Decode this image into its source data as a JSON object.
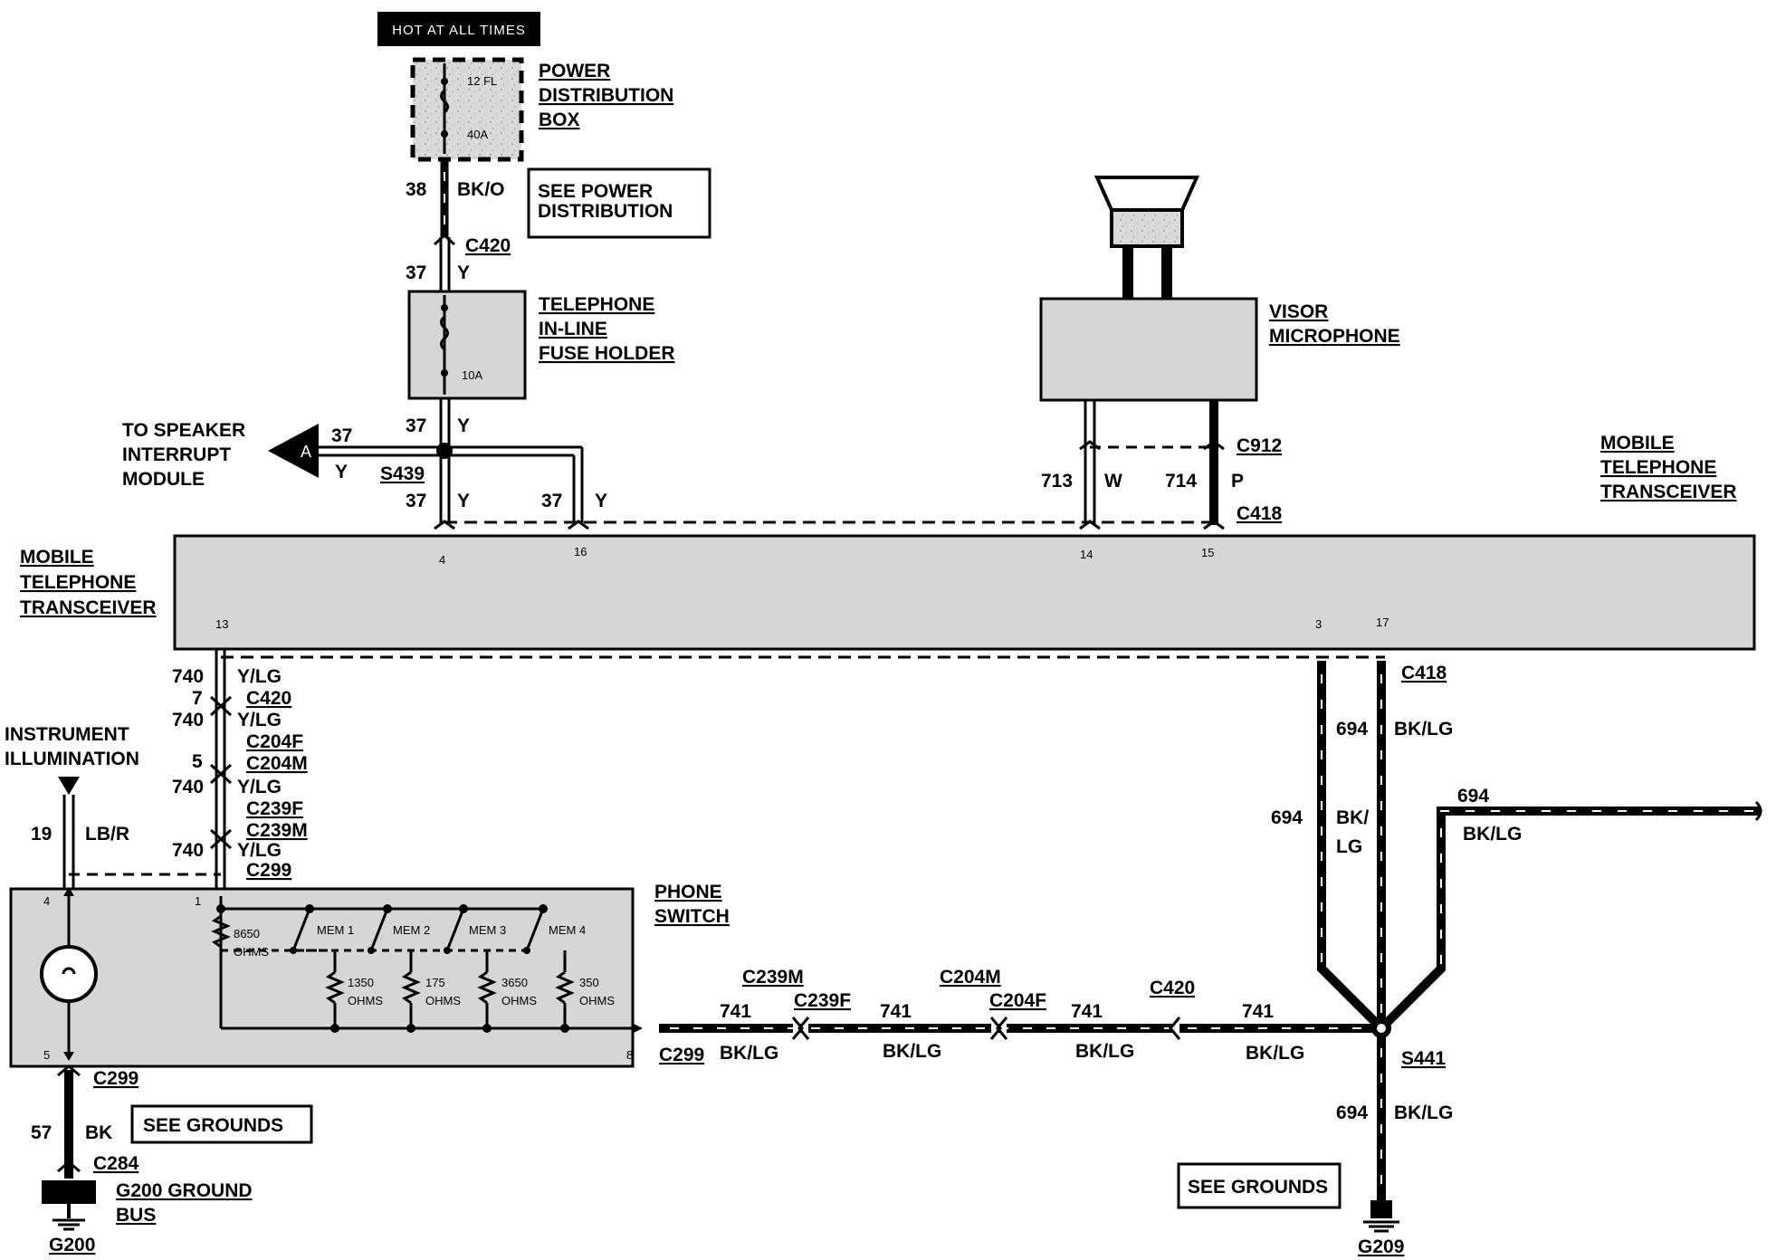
{
  "header": {
    "hot_at_all_times": "HOT AT ALL TIMES"
  },
  "power_distribution_box": {
    "title_lines": [
      "POWER",
      "DISTRIBUTION",
      "BOX"
    ],
    "fuse_number": "12 FL",
    "fuse_rating": "40A"
  },
  "see_power_distribution_lines": [
    "SEE POWER",
    "DISTRIBUTION"
  ],
  "inline_fuse_holder": {
    "title_lines": [
      "TELEPHONE",
      "IN-LINE",
      "FUSE HOLDER"
    ],
    "fuse_rating": "10A"
  },
  "visor_microphone": {
    "title_lines": [
      "VISOR",
      "MICROPHONE"
    ]
  },
  "speaker_interrupt": {
    "label_lines": [
      "TO SPEAKER",
      "INTERRUPT",
      "MODULE"
    ],
    "connector_ref": "A"
  },
  "transceiver": {
    "left_label_lines": [
      "MOBILE",
      "TELEPHONE",
      "TRANSCEIVER"
    ],
    "right_label_lines": [
      "MOBILE",
      "TELEPHONE",
      "TRANSCEIVER"
    ],
    "pins": {
      "p4": "4",
      "p16": "16",
      "p14": "14",
      "p15": "15",
      "p13": "13",
      "p3": "3",
      "p17": "17"
    }
  },
  "instrument_illumination": {
    "label_lines": [
      "INSTRUMENT",
      "ILLUMINATION"
    ]
  },
  "phone_switch": {
    "title_lines": [
      "PHONE",
      "SWITCH"
    ],
    "pins": {
      "p4": "4",
      "p1": "1",
      "p5": "5",
      "p8": "8"
    },
    "memories": [
      "MEM 1",
      "MEM 2",
      "MEM 3",
      "MEM 4"
    ],
    "main_resistor": {
      "value": "8650",
      "unit": "OHMS"
    },
    "resistors": [
      {
        "value": "1350",
        "unit": "OHMS"
      },
      {
        "value": "175",
        "unit": "OHMS"
      },
      {
        "value": "3650",
        "unit": "OHMS"
      },
      {
        "value": "350",
        "unit": "OHMS"
      }
    ]
  },
  "wires": {
    "c38": "38",
    "bko": "BK/O",
    "c37": "37",
    "y": "Y",
    "c713": "713",
    "w": "W",
    "c714": "714",
    "p": "P",
    "c740": "740",
    "ylg": "Y/LG",
    "c7": "7",
    "c5": "5",
    "c19": "19",
    "lbr": "LB/R",
    "c57": "57",
    "bk": "BK",
    "c694": "694",
    "bklg": "BK/LG",
    "bk_part": "BK/",
    "lg_part": "LG",
    "c741": "741"
  },
  "connectors": {
    "c420": "C420",
    "c912": "C912",
    "c418": "C418",
    "c204f": "C204F",
    "c204m": "C204M",
    "c239f": "C239F",
    "c239m": "C239M",
    "c299": "C299",
    "c284": "C284",
    "s439": "S439",
    "s441": "S441"
  },
  "grounds": {
    "see_grounds": "SEE GROUNDS",
    "g200_bus_lines": [
      "G200 GROUND",
      "BUS"
    ],
    "g200": "G200",
    "g209": "G209"
  }
}
